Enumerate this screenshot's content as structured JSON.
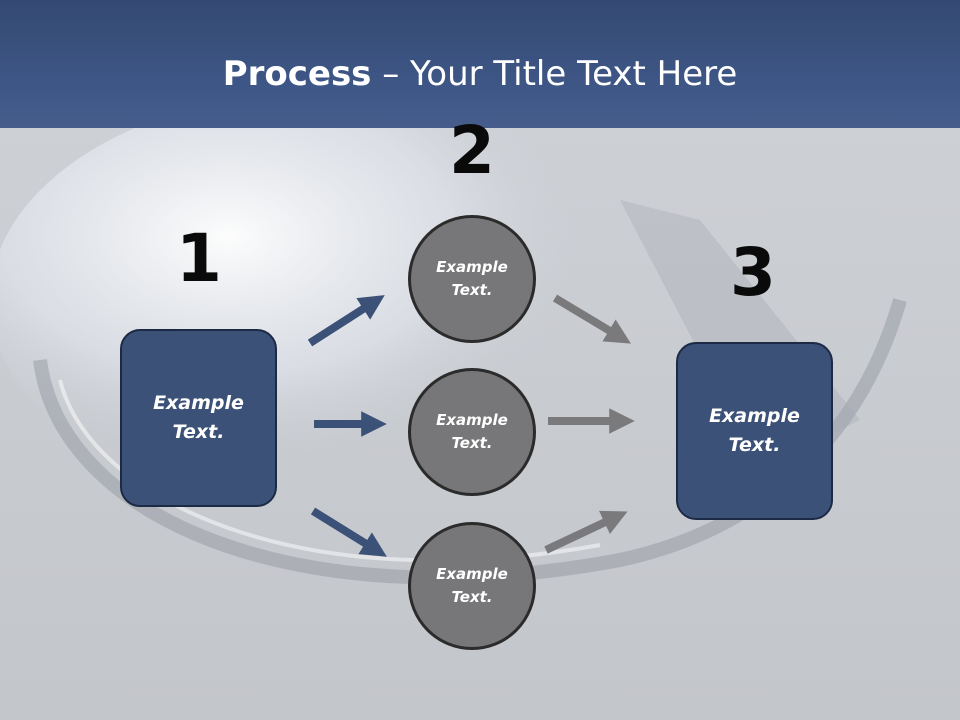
{
  "title": {
    "bold": "Process",
    "rest": " – Your Title Text Here"
  },
  "steps": {
    "one": "1",
    "two": "2",
    "three": "3"
  },
  "left_box": {
    "line1": "Example",
    "line2": "Text."
  },
  "right_box": {
    "line1": "Example",
    "line2": "Text."
  },
  "circles": [
    {
      "line1": "Example",
      "line2": "Text."
    },
    {
      "line1": "Example",
      "line2": "Text."
    },
    {
      "line1": "Example",
      "line2": "Text."
    }
  ],
  "colors": {
    "title_bar": "#3f5787",
    "box_fill": "#3c5177",
    "circle_fill": "#777779",
    "arrow_left": "#3c5177",
    "arrow_right": "#7a7a7c"
  }
}
